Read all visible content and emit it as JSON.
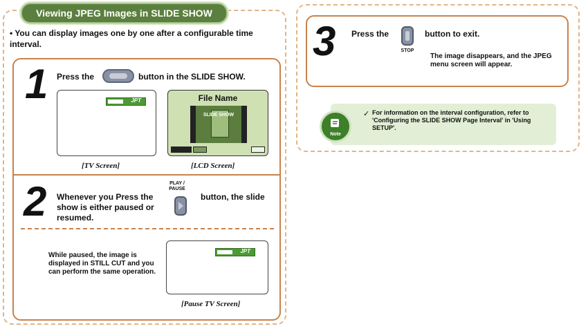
{
  "title": "Viewing JPEG Images in SLIDE SHOW",
  "intro": "• You can display images one by one after a configurable time interval.",
  "step1": {
    "number": "1",
    "text_before": "Press the",
    "text_after": "button in the SLIDE SHOW.",
    "button_icon": "select-button-icon",
    "tv_osd_value": "JPT",
    "lcd_title": "File Name",
    "lcd_film_text": "SLIDE SHOW",
    "tv_caption": "[TV Screen]",
    "lcd_caption": "[LCD Screen]"
  },
  "step2": {
    "number": "2",
    "text_line1": "Whenever you Press the",
    "text_line2": "show is either paused or",
    "text_line3": "resumed.",
    "text_after": "button, the slide",
    "button_caption_1": "PLAY /",
    "button_caption_2": "PAUSE",
    "button_icon": "play-pause-button-icon",
    "paused_note": "While paused, the image is displayed in STILL CUT and you can perform the same operation.",
    "osd_value": "JPT",
    "pause_caption": "[Pause TV Screen]"
  },
  "step3": {
    "number": "3",
    "text_before": "Press the",
    "text_after": "button to exit.",
    "button_caption": "STOP",
    "button_icon": "stop-button-icon",
    "result": "The image disappears, and the JPEG menu screen will appear."
  },
  "note": {
    "icon_word": "Note",
    "check": "✓",
    "text": "For information on the interval configuration, refer to 'Configuring the SLIDE SHOW Page Interval' in 'Using SETUP'."
  },
  "colors": {
    "title_green": "#5a7f3e",
    "step_border": "#c8814a",
    "panel_dash": "#e2b487",
    "osd_green": "#4c9a32",
    "lcd_bg": "#cfe0b3",
    "note_bg": "#e2efd6"
  }
}
